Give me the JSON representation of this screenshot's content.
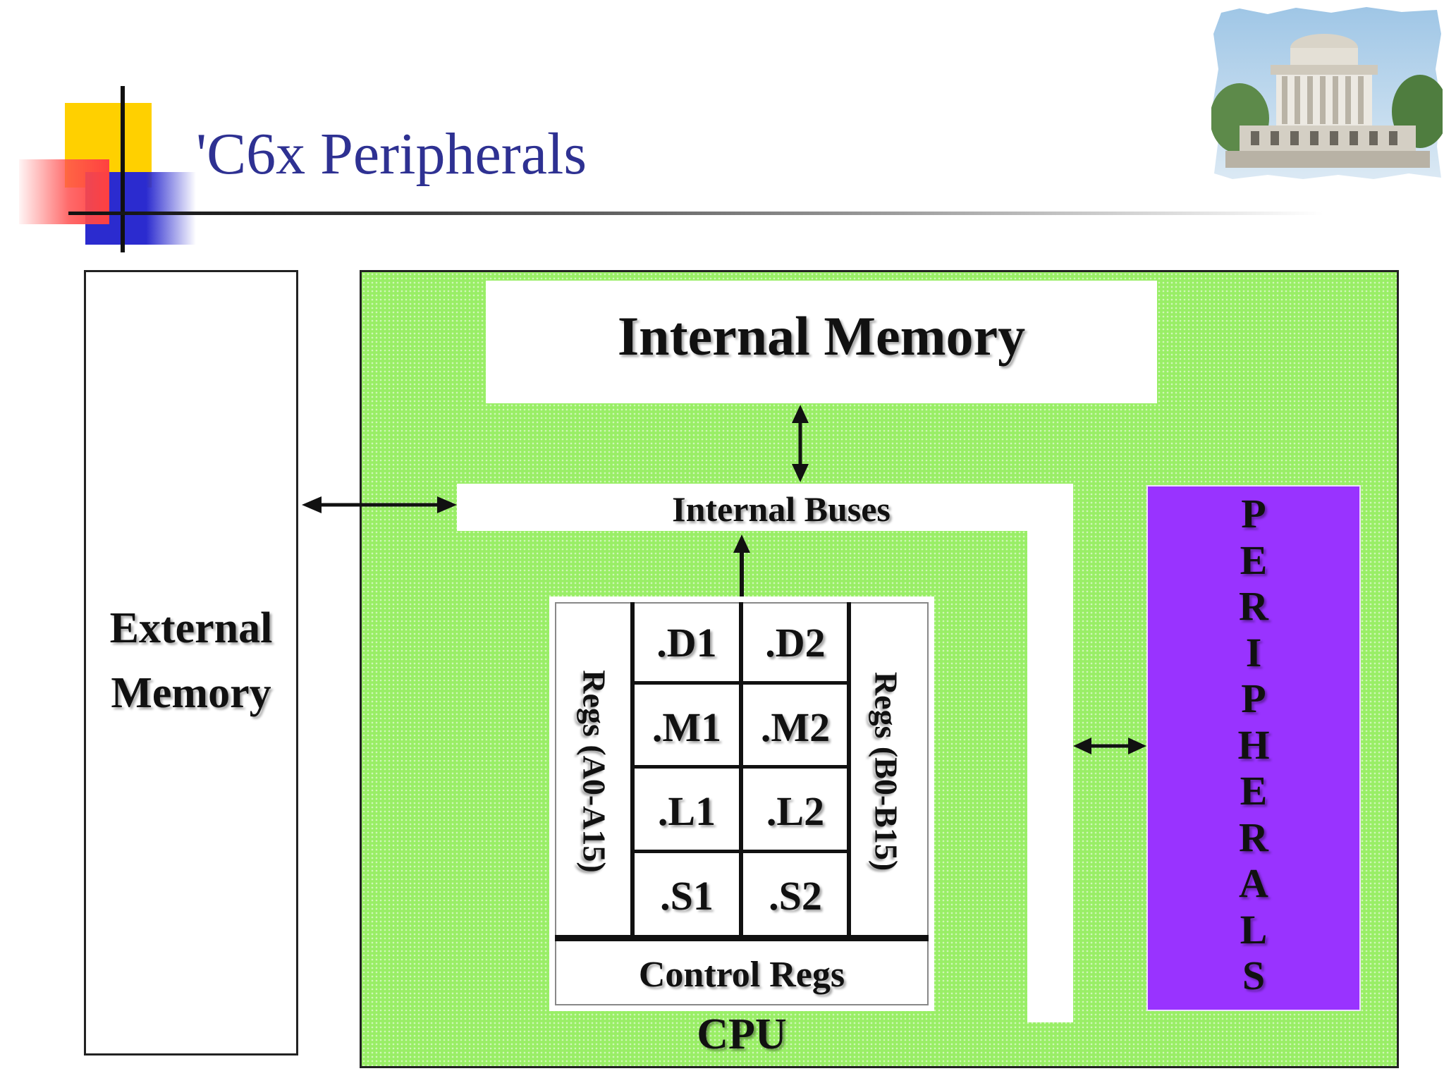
{
  "slide": {
    "title": "'C6x Peripherals"
  },
  "external_memory": {
    "line1": "External",
    "line2": "Memory"
  },
  "internal_memory": {
    "label": "Internal Memory"
  },
  "internal_buses": {
    "label": "Internal Buses"
  },
  "cpu": {
    "label": "CPU",
    "regs_a": "Regs (A0-A15)",
    "regs_b": "Regs (B0-B15)",
    "control_regs": "Control Regs",
    "units": [
      {
        "left": ".D1",
        "right": ".D2"
      },
      {
        "left": ".M1",
        "right": ".M2"
      },
      {
        "left": ".L1",
        "right": ".L2"
      },
      {
        "left": ".S1",
        "right": ".S2"
      }
    ]
  },
  "peripherals": {
    "letters": [
      "P",
      "E",
      "R",
      "I",
      "P",
      "H",
      "E",
      "R",
      "A",
      "L",
      "S"
    ]
  },
  "colors": {
    "title": "#2e3192",
    "chip_green": "#99ee66",
    "peripherals_purple": "#9933ff"
  }
}
